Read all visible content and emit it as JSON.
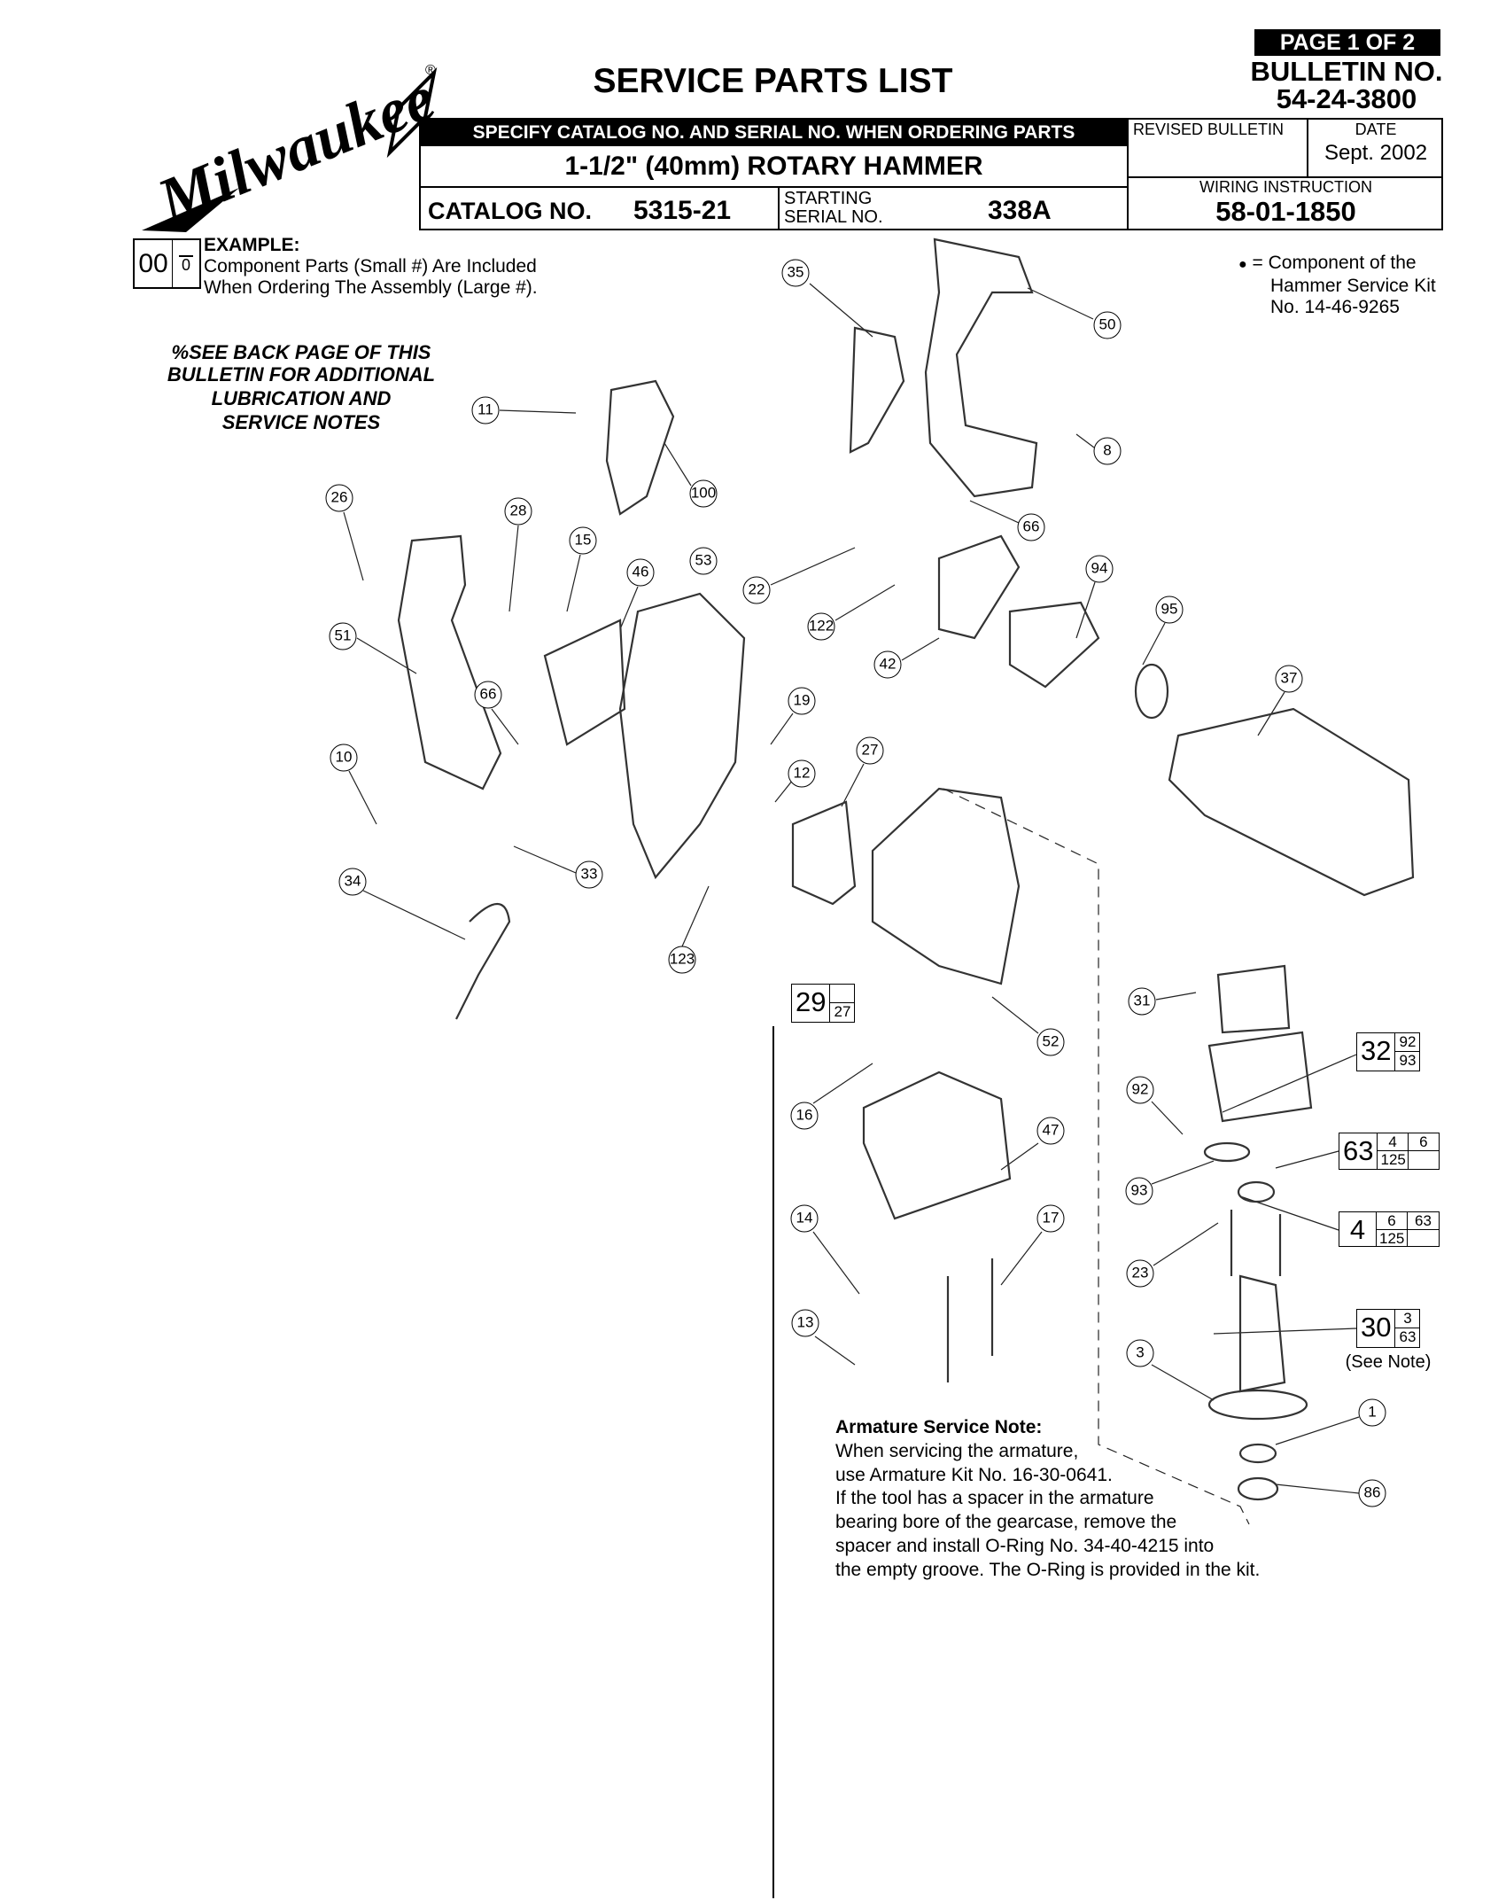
{
  "header": {
    "page_badge": "PAGE 1 OF 2",
    "title": "SERVICE PARTS LIST",
    "bulletin_label": "BULLETIN NO.",
    "bulletin_no": "54-24-3800",
    "specify_banner": "SPECIFY CATALOG NO. AND SERIAL NO. WHEN ORDERING PARTS",
    "product": "1-1/2\" (40mm) ROTARY HAMMER",
    "catalog_label": "CATALOG NO.",
    "catalog_no": "5315-21",
    "serial_label_1": "STARTING",
    "serial_label_2": "SERIAL NO.",
    "serial_no": "338A",
    "revised_label": "REVISED BULLETIN",
    "revised_value": "",
    "date_label": "DATE",
    "date_value": "Sept. 2002",
    "wiring_label": "WIRING INSTRUCTION",
    "wiring_no": "58-01-1850"
  },
  "brand": "Milwaukee",
  "example": {
    "big": "00",
    "small": "0",
    "title": "EXAMPLE:",
    "line1": "Component Parts (Small #) Are Included",
    "line2": "When Ordering The Assembly (Large #)."
  },
  "notes": [
    "%SEE BACK PAGE OF THIS",
    "BULLETIN  FOR  ADDITIONAL",
    "LUBRICATION  AND",
    "SERVICE NOTES"
  ],
  "legend": {
    "bullet": "●",
    "line1": "= Component of the",
    "line2": "Hammer Service Kit",
    "line3": "No.  14-46-9265"
  },
  "callouts": [
    "35",
    "50",
    "11",
    "100",
    "8",
    "66",
    "26",
    "28",
    "15",
    "46",
    "53",
    "22",
    "94",
    "95",
    "122",
    "42",
    "37",
    "51",
    "66",
    "19",
    "27",
    "12",
    "10",
    "33",
    "34",
    "123",
    "52",
    "31",
    "92",
    "16",
    "47",
    "93",
    "14",
    "17",
    "23",
    "13",
    "3",
    "1",
    "86"
  ],
  "assemblies": [
    {
      "main": "29",
      "parts": [
        "27"
      ]
    },
    {
      "main": "32",
      "parts": [
        "92",
        "93"
      ]
    },
    {
      "main": "63",
      "parts": [
        "4",
        "6",
        "125",
        ""
      ]
    },
    {
      "main": "4",
      "parts": [
        "6",
        "63",
        "125",
        ""
      ]
    },
    {
      "main": "30",
      "parts": [
        "3",
        "63"
      ]
    }
  ],
  "see_note": "(See Note)",
  "armature_note": {
    "title": "Armature Service Note:",
    "lines": [
      "When servicing the armature,",
      "use Armature Kit No. 16-30-0641.",
      "If the tool has a spacer in the armature",
      "bearing bore of the gearcase, remove the",
      "spacer and install O-Ring No. 34-40-4215 into",
      "the empty groove. The O-Ring is provided in the kit."
    ]
  }
}
